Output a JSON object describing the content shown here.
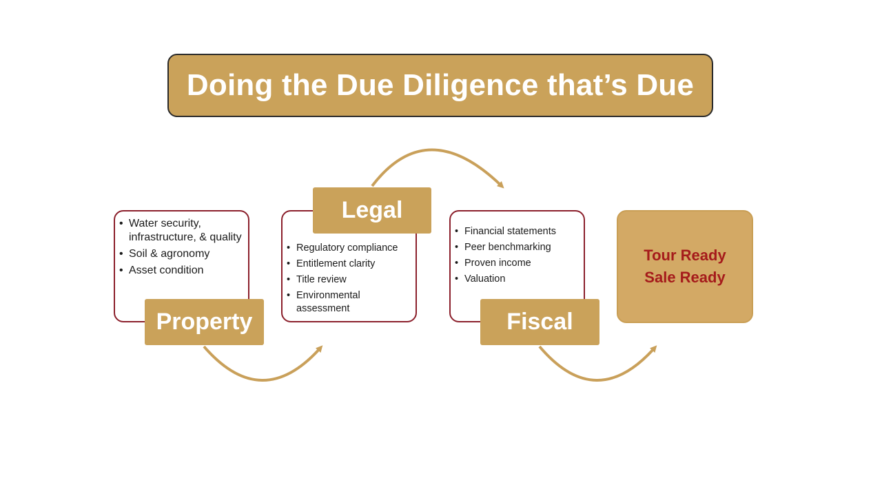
{
  "title": "Doing the Due Diligence that’s Due",
  "colors": {
    "gold": "#caa25a",
    "card_border": "#8b1f2b",
    "final_text": "#a51b1b",
    "arrow": "#c9a05a"
  },
  "steps": {
    "property": {
      "label": "Property",
      "items": [
        "Water security, infrastructure, & quality",
        "Soil & agronomy",
        "Asset condition"
      ]
    },
    "legal": {
      "label": "Legal",
      "items": [
        "Regulatory compliance",
        "Entitlement clarity",
        "Title review",
        "Environmental assessment"
      ]
    },
    "fiscal": {
      "label": "Fiscal",
      "items": [
        "Financial statements",
        "Peer benchmarking",
        "Proven income",
        "Valuation"
      ]
    }
  },
  "outcome": {
    "line1": "Tour Ready",
    "line2": "Sale Ready"
  }
}
